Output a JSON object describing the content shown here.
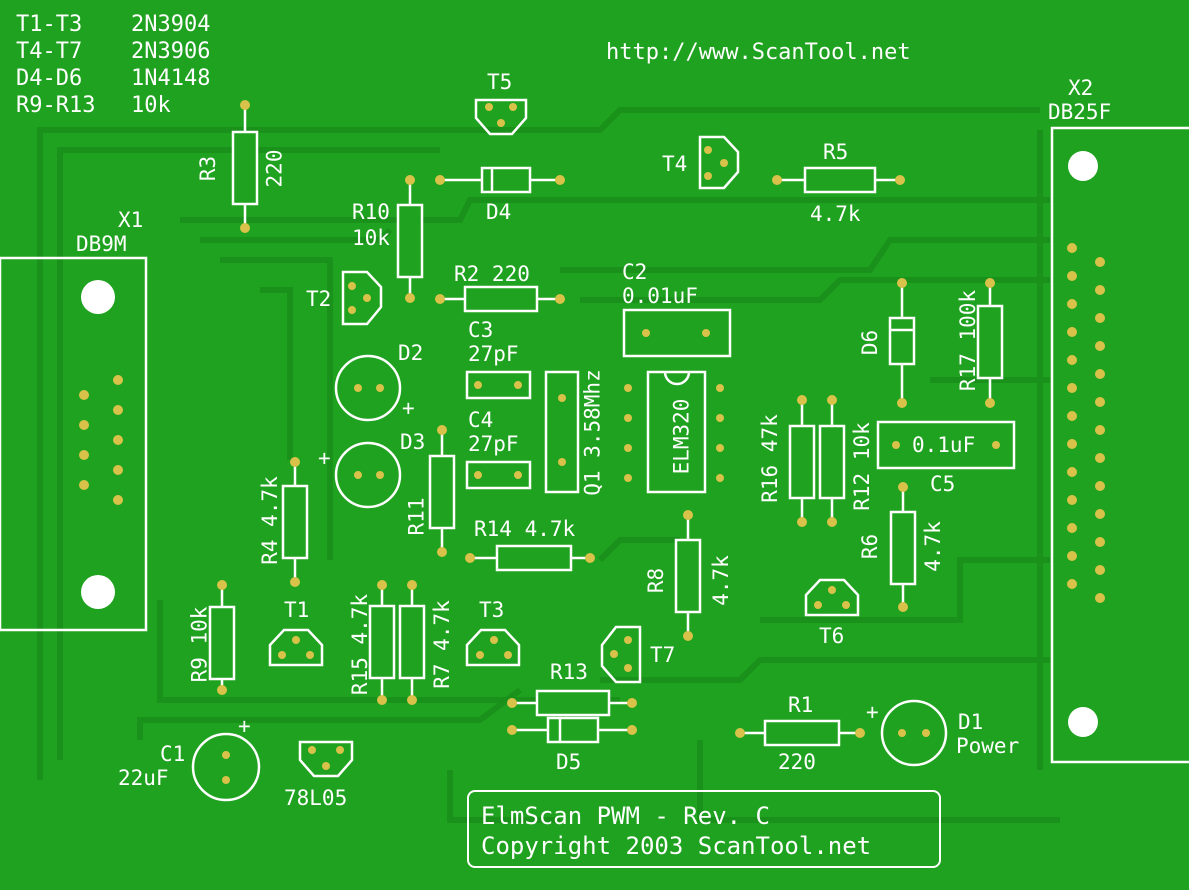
{
  "notes": [
    {
      "ref": "T1-T3",
      "part": "2N3904"
    },
    {
      "ref": "T4-T7",
      "part": "2N3906"
    },
    {
      "ref": "D4-D6",
      "part": "1N4148"
    },
    {
      "ref": "R9-R13",
      "part": "10k"
    }
  ],
  "url": "http://www.ScanTool.net",
  "connectors": {
    "x1_ref": "X1",
    "x1_type": "DB9M",
    "x2_ref": "X2",
    "x2_type": "DB25F"
  },
  "transistors": {
    "t1": "T1",
    "t2": "T2",
    "t3": "T3",
    "t4": "T4",
    "t5": "T5",
    "t6": "T6",
    "t7": "T7"
  },
  "resistors": {
    "r1_ref": "R1",
    "r1_val": "220",
    "r2": "R2 220",
    "r3_ref": "R3",
    "r3_val": "220",
    "r4": "R4 4.7k",
    "r5_ref": "R5",
    "r5_val": "4.7k",
    "r6_ref": "R6",
    "r6_val": "4.7k",
    "r7": "R7 4.7k",
    "r8_ref": "R8",
    "r8_val": "4.7k",
    "r9": "R9 10k",
    "r10_ref": "R10",
    "r10_val": "10k",
    "r11": "R11",
    "r12": "R12 10k",
    "r13": "R13",
    "r14": "R14 4.7k",
    "r15": "R15 4.7k",
    "r16": "R16 47k",
    "r17": "R17 100k"
  },
  "capacitors": {
    "c1_ref": "C1",
    "c1_val": "22uF",
    "c2_ref": "C2",
    "c2_val": "0.01uF",
    "c3_ref": "C3",
    "c3_val": "27pF",
    "c4_ref": "C4",
    "c4_val": "27pF",
    "c5_ref": "C5",
    "c5_val": "0.1uF"
  },
  "diodes": {
    "d1_ref": "D1",
    "d1_val": "Power",
    "d2": "D2",
    "d3": "D3",
    "d4": "D4",
    "d5": "D5",
    "d6": "D6"
  },
  "plus_sign": "+",
  "ic": "ELM320",
  "crystal": "Q1 3.58Mhz",
  "regulator": "78L05",
  "title": {
    "line1": "ElmScan PWM - Rev. C",
    "line2": "Copyright 2003 ScanTool.net"
  },
  "colors": {
    "board": "#1fa21f",
    "trace": "#1b8f1b",
    "silkscreen": "#ffffff",
    "pad": "#e8c84a"
  }
}
